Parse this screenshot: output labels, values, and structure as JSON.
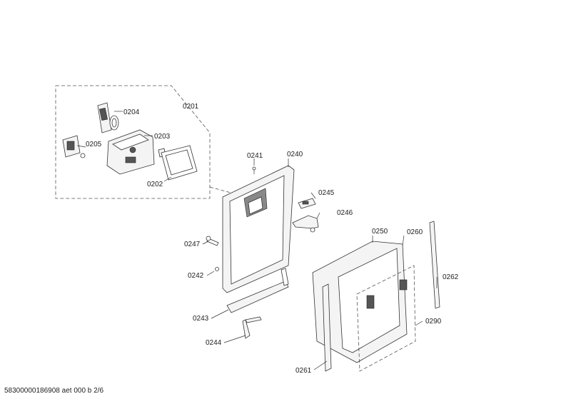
{
  "diagram": {
    "labels": {
      "p0201": "0201",
      "p0202": "0202",
      "p0203": "0203",
      "p0204": "0204",
      "p0205": "0205",
      "p0240": "0240",
      "p0241": "0241",
      "p0242": "0242",
      "p0243": "0243",
      "p0244": "0244",
      "p0245": "0245",
      "p0246": "0246",
      "p0247": "0247",
      "p0250": "0250",
      "p0260": "0260",
      "p0261": "0261",
      "p0262": "0262",
      "p0290": "0290"
    }
  },
  "footer": {
    "doc_id": "58300000186908 aet 000 b 2/6"
  }
}
